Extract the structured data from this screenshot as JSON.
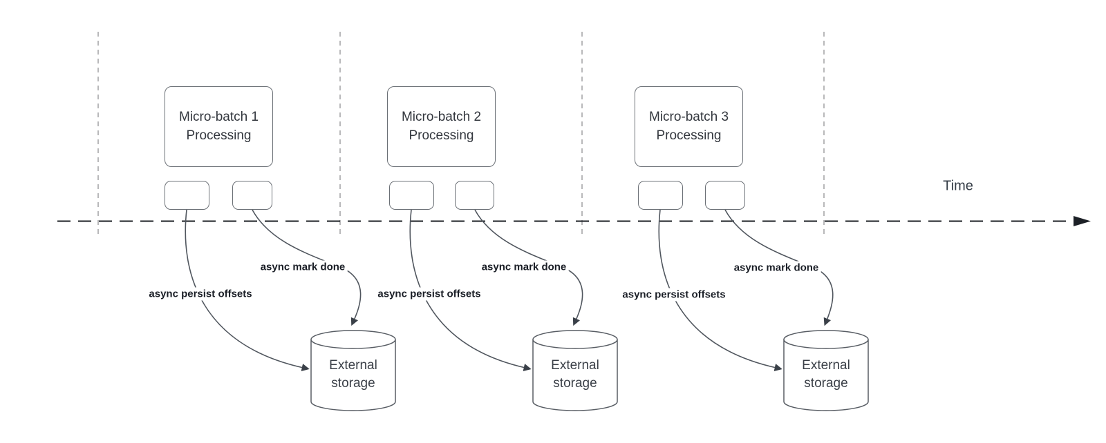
{
  "diagram": {
    "time_axis_label": "Time",
    "groups": [
      {
        "id": "micro-batch-1",
        "box_label": "Micro-batch 1\nProcessing",
        "persist_arrow_label": "async persist offsets",
        "done_arrow_label": "async mark done",
        "storage_label": "External\nstorage"
      },
      {
        "id": "micro-batch-2",
        "box_label": "Micro-batch 2\nProcessing",
        "persist_arrow_label": "async persist offsets",
        "done_arrow_label": "async mark done",
        "storage_label": "External\nstorage"
      },
      {
        "id": "micro-batch-3",
        "box_label": "Micro-batch 3\nProcessing",
        "persist_arrow_label": "async persist offsets",
        "done_arrow_label": "async mark done",
        "storage_label": "External\nstorage"
      }
    ],
    "colors": {
      "background": "#ffffff",
      "time_axis": "#1c2026",
      "guide_line": "#a6a6a8",
      "node_border": "#6b7076",
      "node_text": "#33373e",
      "arrow_label_text": "#1a1e26",
      "curve": "#50565e",
      "arrowhead": "#3a4048",
      "cylinder_border": "#585d64",
      "cylinder_text": "#3a3f47"
    }
  }
}
